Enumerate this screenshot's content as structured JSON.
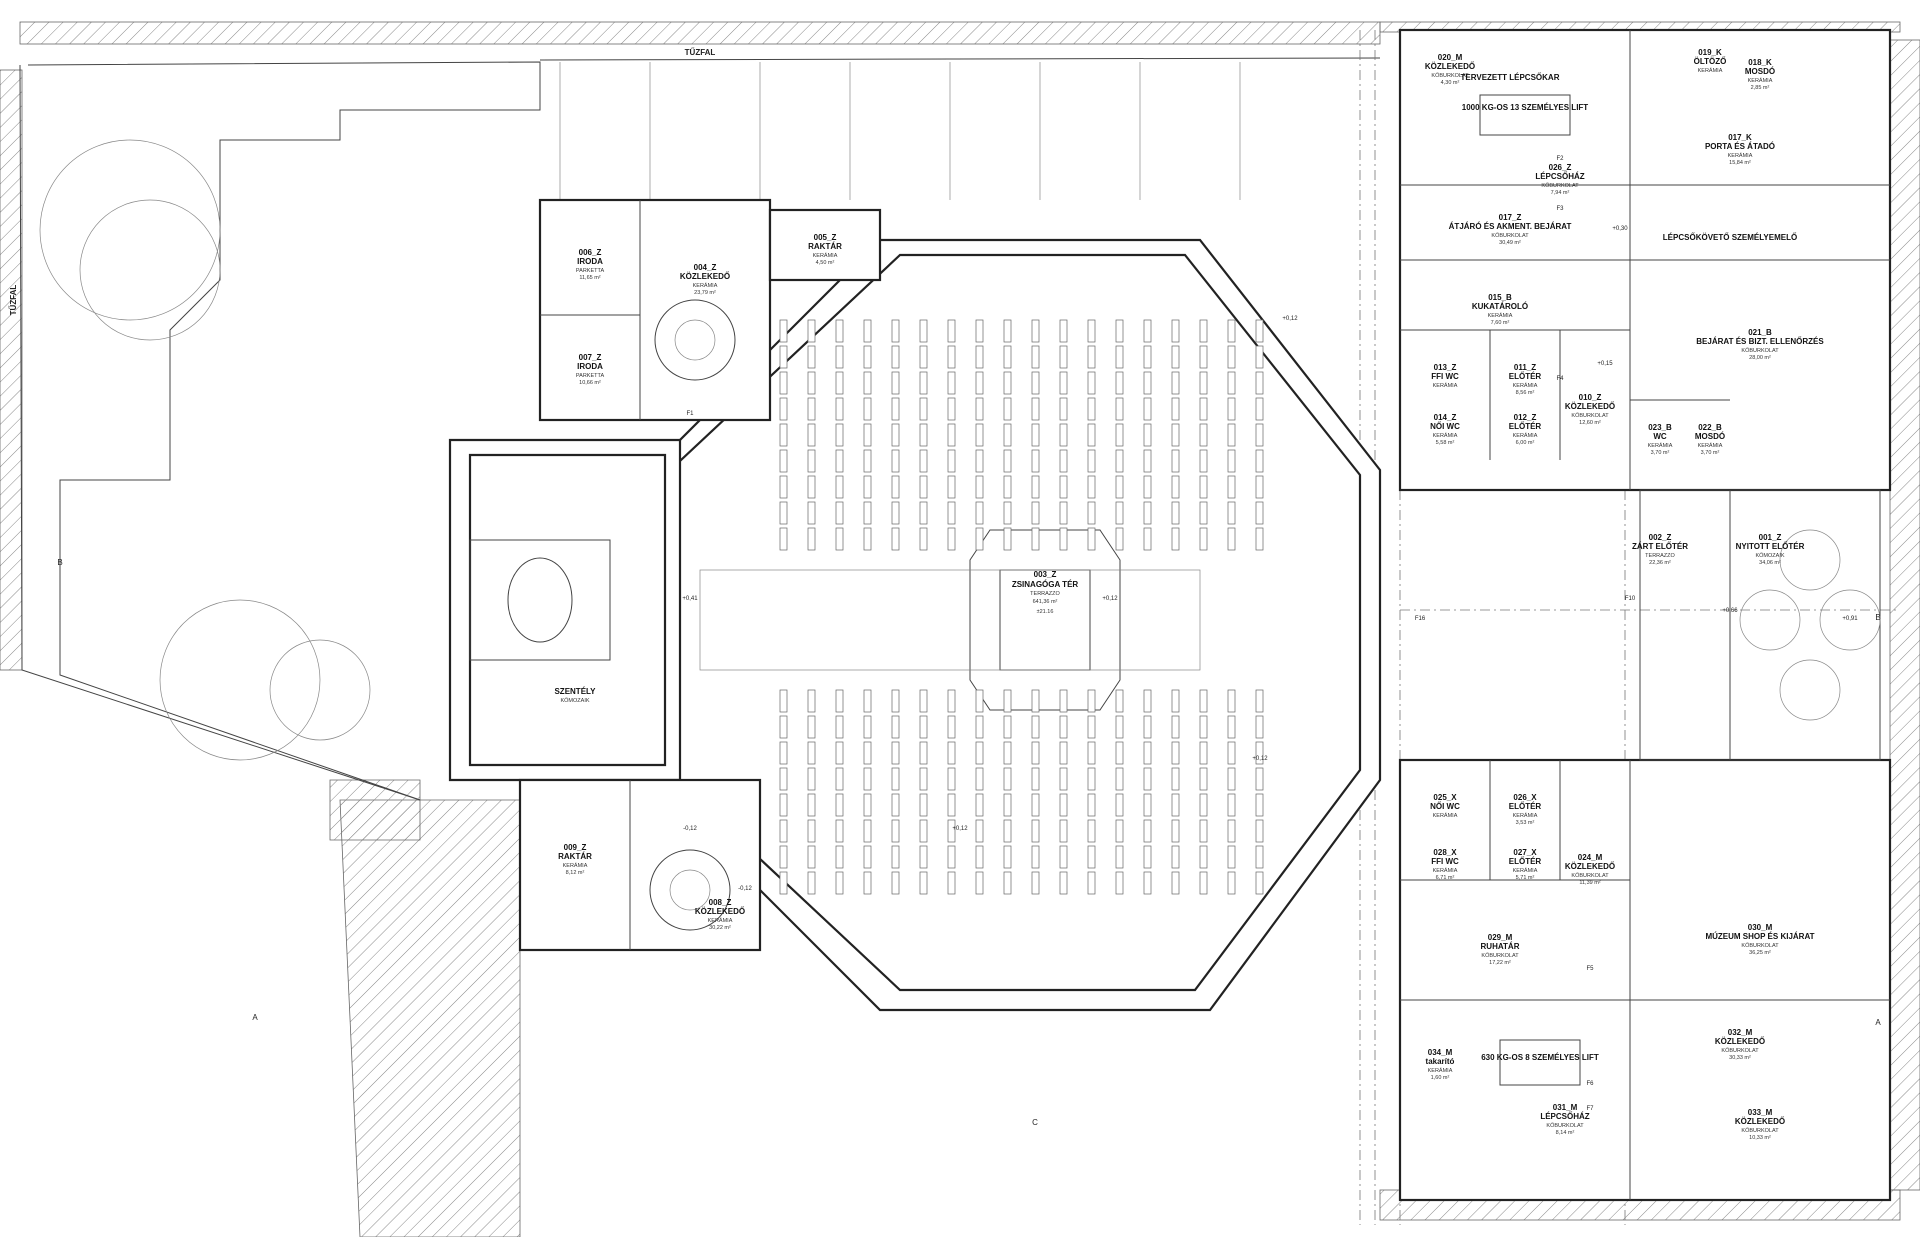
{
  "walls": {
    "top_label": "TŰZFAL",
    "left_label": "TŰZFAL"
  },
  "sanctuary": {
    "name": "SZENTÉLY",
    "floor": "KŐMOZAIK"
  },
  "hall": {
    "code": "003_Z",
    "name": "ZSINAGÓGA TÉR",
    "floor": "TERRAZZO",
    "area": "641,36 m²",
    "level": "±21.16"
  },
  "rooms_left": [
    {
      "code": "006_Z",
      "name": "IRODA",
      "floor": "PARKETTA",
      "area": "11,65 m²"
    },
    {
      "code": "004_Z",
      "name": "KÖZLEKEDŐ",
      "floor": "KERÁMIA",
      "area": "23,79 m²"
    },
    {
      "code": "005_Z",
      "name": "RAKTÁR",
      "floor": "KERÁMIA",
      "area": "4,50 m²"
    },
    {
      "code": "007_Z",
      "name": "IRODA",
      "floor": "PARKETTA",
      "area": "10,66 m²"
    },
    {
      "code": "009_Z",
      "name": "RAKTÁR",
      "floor": "KERÁMIA",
      "area": "8,12 m²"
    },
    {
      "code": "008_Z",
      "name": "KÖZLEKEDŐ",
      "floor": "KERÁMIA",
      "area": "30,22 m²"
    }
  ],
  "rooms_right": [
    {
      "code": "020_M",
      "name": "KÖZLEKEDŐ",
      "floor": "KŐBURKOLAT",
      "area": "4,30 m²"
    },
    {
      "code": "",
      "name": "TERVEZETT LÉPCSŐKAR",
      "floor": "",
      "area": ""
    },
    {
      "code": "",
      "name": "1000 KG-OS 13 SZEMÉLYES LIFT",
      "floor": "",
      "area": ""
    },
    {
      "code": "019_K",
      "name": "ÖLTÖZŐ",
      "floor": "KERÁMIA",
      "area": ""
    },
    {
      "code": "018_K",
      "name": "MOSDÓ",
      "floor": "KERÁMIA",
      "area": "2,85 m²"
    },
    {
      "code": "017_K",
      "name": "PORTA ÉS ÁTADÓ",
      "floor": "KERÁMIA",
      "area": "15,84 m²"
    },
    {
      "code": "026_Z",
      "name": "LÉPCSŐHÁZ",
      "floor": "KŐBURKOLAT",
      "area": "7,94 m²"
    },
    {
      "code": "",
      "name": "LÉPCSŐKÖVETŐ SZEMÉLYEMELŐ",
      "floor": "",
      "area": ""
    },
    {
      "code": "017_Z",
      "name": "ÁTJÁRÓ ÉS AKMENT. BEJÁRAT",
      "floor": "KŐBURKOLAT",
      "area": "30,49 m²"
    },
    {
      "code": "015_B",
      "name": "KUKATÁROLÓ",
      "floor": "KERÁMIA",
      "area": "7,60 m²"
    },
    {
      "code": "013_Z",
      "name": "FFI WC",
      "floor": "KERÁMIA",
      "area": ""
    },
    {
      "code": "011_Z",
      "name": "ELŐTÉR",
      "floor": "KERÁMIA",
      "area": "8,56 m²"
    },
    {
      "code": "012_Z",
      "name": "ELŐTÉR",
      "floor": "KERÁMIA",
      "area": "6,00 m²"
    },
    {
      "code": "014_Z",
      "name": "NŐI WC",
      "floor": "KERÁMIA",
      "area": "5,58 m²"
    },
    {
      "code": "010_Z",
      "name": "KÖZLEKEDŐ",
      "floor": "KŐBURKOLAT",
      "area": "12,60 m²"
    },
    {
      "code": "021_B",
      "name": "BEJÁRAT ÉS BIZT. ELLENŐRZÉS",
      "floor": "KŐBURKOLAT",
      "area": "28,00 m²"
    },
    {
      "code": "023_B",
      "name": "WC",
      "floor": "KERÁMIA",
      "area": "3,70 m²"
    },
    {
      "code": "022_B",
      "name": "MOSDÓ",
      "floor": "KERÁMIA",
      "area": "3,70 m²"
    },
    {
      "code": "002_Z",
      "name": "ZÁRT ELŐTÉR",
      "floor": "TERRAZZO",
      "area": "22,36 m²"
    },
    {
      "code": "001_Z",
      "name": "NYITOTT ELŐTÉR",
      "floor": "KŐMOZAIK",
      "area": "34,06 m²"
    },
    {
      "code": "025_X",
      "name": "NŐI WC",
      "floor": "KERÁMIA",
      "area": ""
    },
    {
      "code": "026_X",
      "name": "ELŐTÉR",
      "floor": "KERÁMIA",
      "area": "3,53 m²"
    },
    {
      "code": "028_X",
      "name": "FFI WC",
      "floor": "KERÁMIA",
      "area": "6,71 m²"
    },
    {
      "code": "027_X",
      "name": "ELŐTÉR",
      "floor": "KERÁMIA",
      "area": "5,71 m²"
    },
    {
      "code": "024_M",
      "name": "KÖZLEKEDŐ",
      "floor": "KŐBURKOLAT",
      "area": "11,39 m²"
    },
    {
      "code": "029_M",
      "name": "RUHATÁR",
      "floor": "KŐBURKOLAT",
      "area": "17,22 m²"
    },
    {
      "code": "030_M",
      "name": "MÚZEUM SHOP ÉS KIJÁRAT",
      "floor": "KŐBURKOLAT",
      "area": "36,25 m²"
    },
    {
      "code": "032_M",
      "name": "KÖZLEKEDŐ",
      "floor": "KŐBURKOLAT",
      "area": "30,33 m²"
    },
    {
      "code": "034_M",
      "name": "takarító",
      "floor": "KERÁMIA",
      "area": "1,60 m²"
    },
    {
      "code": "",
      "name": "630 KG-OS 8 SZEMÉLYES LIFT",
      "floor": "",
      "area": ""
    },
    {
      "code": "031_M",
      "name": "LÉPCSŐHÁZ",
      "floor": "KŐBURKOLAT",
      "area": "8,14 m²"
    },
    {
      "code": "033_M",
      "name": "KÖZLEKEDŐ",
      "floor": "KŐBURKOLAT",
      "area": "10,33 m²"
    }
  ],
  "levels": [
    "+0,41",
    "+0,12",
    "+0,12",
    "+0,66",
    "+0,12",
    "+0,12",
    "-0,12",
    "-0,12",
    "+0,15",
    "+0,30",
    "+0,91"
  ],
  "section_marks": {
    "a": "A",
    "b": "B",
    "c": "C"
  },
  "fire_zones": [
    "F1",
    "F2",
    "F3",
    "F4",
    "F5",
    "F6",
    "F7",
    "F10",
    "F16"
  ]
}
